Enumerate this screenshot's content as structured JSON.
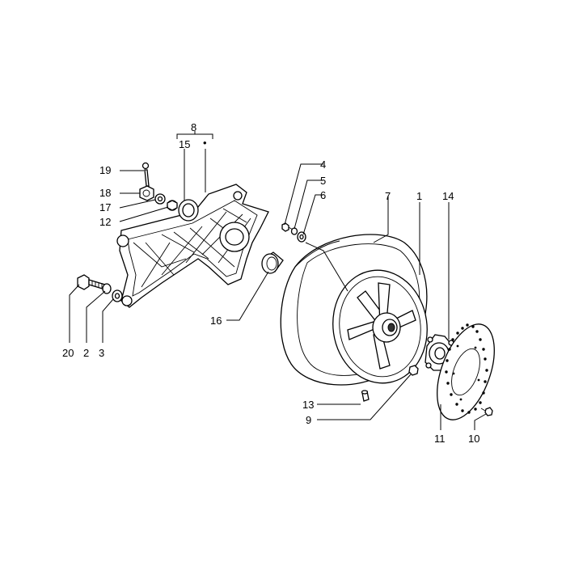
{
  "callouts": {
    "c1": "1",
    "c2": "2",
    "c3": "3",
    "c4": "4",
    "c5": "5",
    "c6": "6",
    "c7": "7",
    "c8": "8",
    "c9": "9",
    "c10": "10",
    "c11": "11",
    "c12": "12",
    "c13": "13",
    "c14": "14",
    "c15": "15",
    "c16": "16",
    "c17": "17",
    "c18": "18",
    "c19": "19",
    "c20": "20"
  },
  "bullet": "•"
}
